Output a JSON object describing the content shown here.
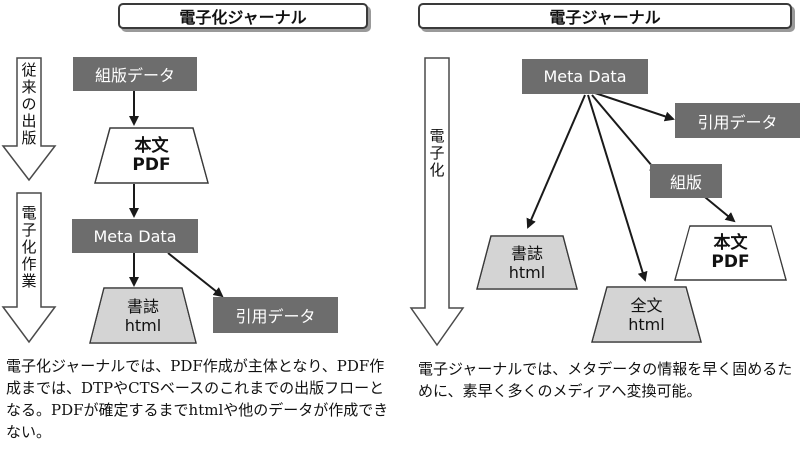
{
  "left": {
    "title": "電子化ジャーナル",
    "arrow_traditional": "従来の出版",
    "arrow_digitization": "電子化作業",
    "node_typeset": "組版データ",
    "node_body_pdf": [
      "本文",
      "PDF"
    ],
    "node_meta": "Meta Data",
    "node_bib_html": [
      "書誌",
      "html"
    ],
    "node_citation": "引用データ",
    "caption": "電子化ジャーナルでは、PDF作成が主体となり、PDF作成までは、DTPやCTSベースのこれまでの出版フローとなる。PDFが確定するまでhtmlや他のデータが作成できない。"
  },
  "right": {
    "title": "電子ジャーナル",
    "arrow_digitization": "電子化",
    "node_meta": "Meta Data",
    "node_citation": "引用データ",
    "node_typeset": "組版",
    "node_body_pdf": [
      "本文",
      "PDF"
    ],
    "node_bib_html": [
      "書誌",
      "html"
    ],
    "node_full_html": [
      "全文",
      "html"
    ],
    "caption": "電子ジャーナルでは、メタデータの情報を早く固めるために、素早く多くのメディアへ変換可能。"
  },
  "colors": {
    "box_fill": "#6d6d6d",
    "gray_trapezoid": "#d4d4d4",
    "outline": "#3a3a3a"
  }
}
